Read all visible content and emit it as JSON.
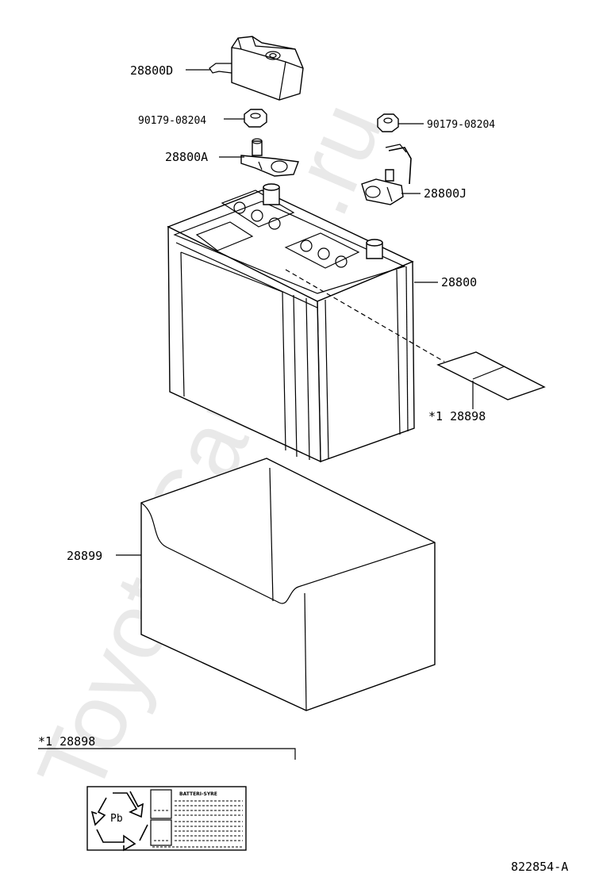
{
  "watermark": "ToyotaCarMine.ru",
  "labels": {
    "cover": "28800D",
    "nut_left": "90179-08204",
    "nut_right": "90179-08204",
    "clamp_a": "28800A",
    "clamp_j": "28800J",
    "battery": "28800",
    "label_ref": "*1 28898",
    "tray": "28899",
    "inset_title": "*1 28898",
    "figure_id": "822854-A"
  },
  "inset": {
    "label_heading": "BATTERI-SYRE",
    "symbol_text": "Pb"
  }
}
